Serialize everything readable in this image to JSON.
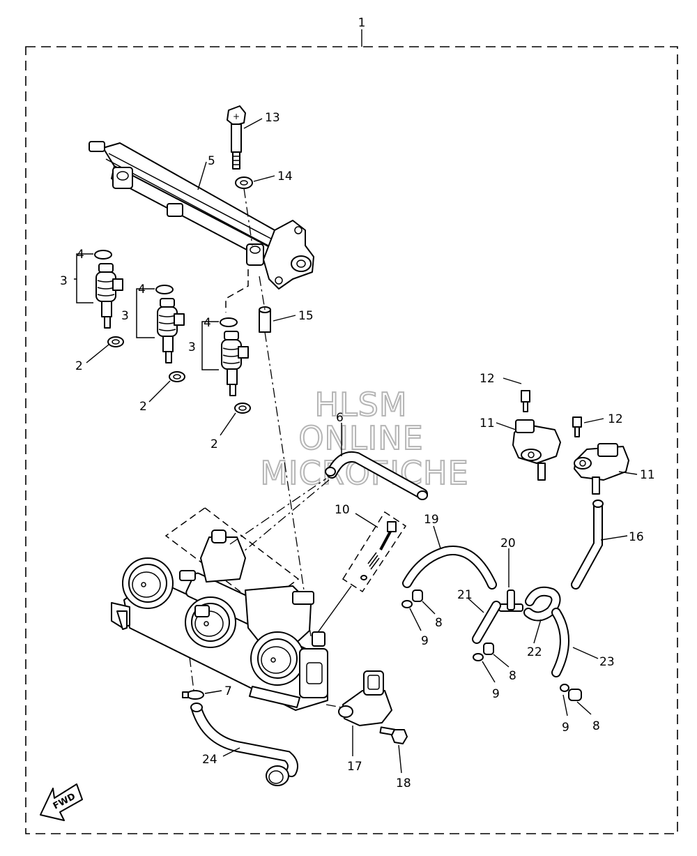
{
  "assembly_label": "1",
  "watermark": {
    "line1": "HLSM",
    "line2": "ONLINE",
    "line3": "MICROFICHE"
  },
  "fwd_label": "FWD",
  "callouts": {
    "c13": "13",
    "c14": "14",
    "c5": "5",
    "c15": "15",
    "c4a": "4",
    "c3a": "3",
    "c2a": "2",
    "c4b": "4",
    "c3b": "3",
    "c2b": "2",
    "c4c": "4",
    "c3c": "3",
    "c2c": "2",
    "c6": "6",
    "c10": "10",
    "c12a": "12",
    "c11a": "11",
    "c12b": "12",
    "c11b": "11",
    "c16": "16",
    "c19": "19",
    "c20": "20",
    "c21": "21",
    "c22": "22",
    "c23": "23",
    "c8a": "8",
    "c9a": "9",
    "c8b": "8",
    "c9b": "9",
    "c8c": "8",
    "c9c": "9",
    "c7": "7",
    "c24": "24",
    "c17": "17",
    "c18": "18"
  }
}
